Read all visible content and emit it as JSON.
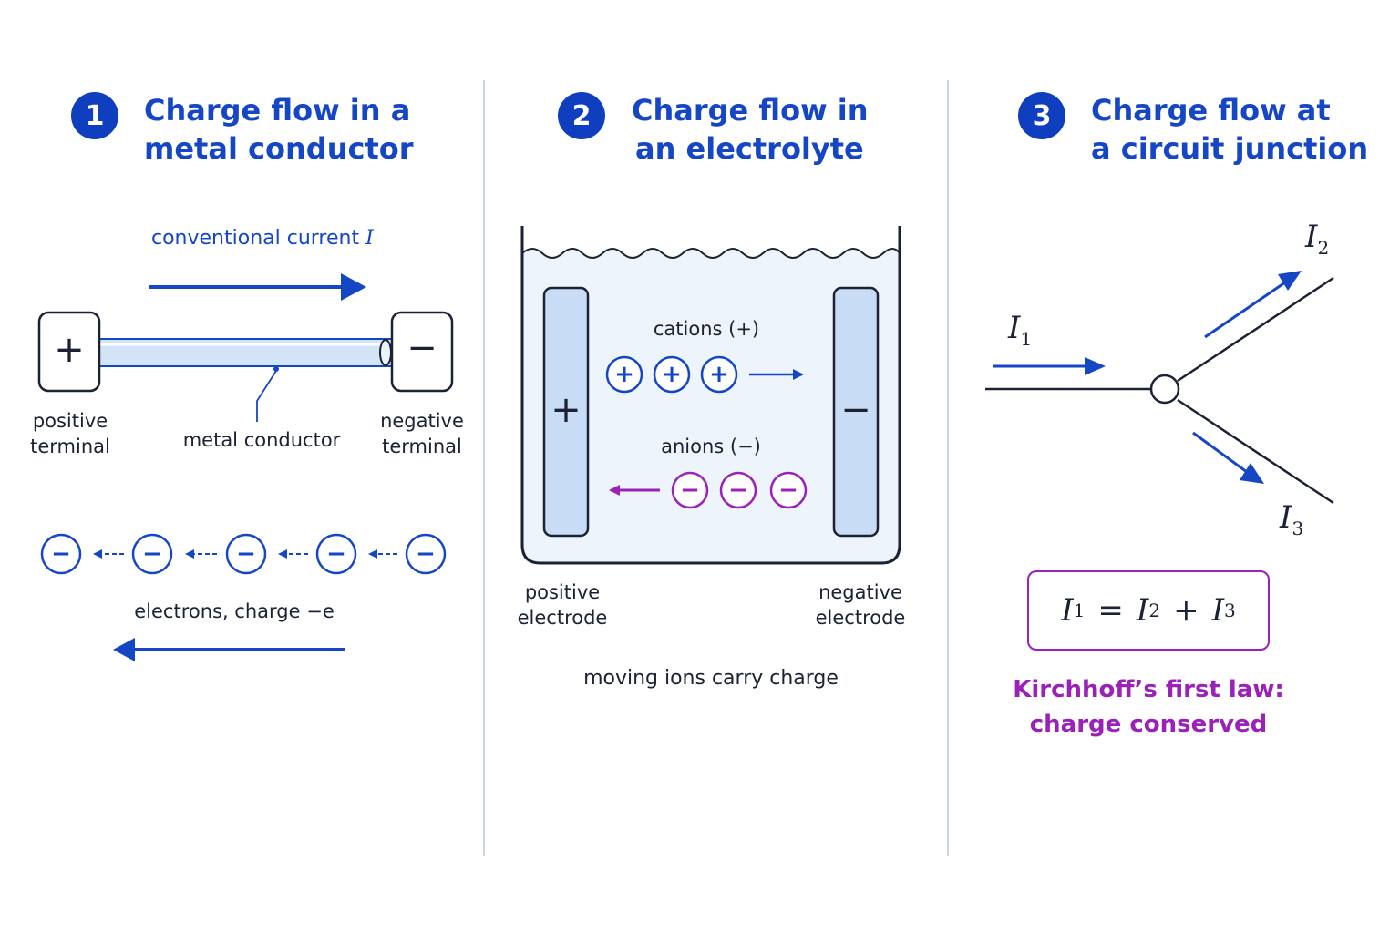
{
  "panels": [
    {
      "number": "1",
      "title_line1": "Charge flow in a",
      "title_line2": "metal conductor",
      "current_label": "conventional current",
      "current_symbol": "I",
      "positive_sign": "+",
      "negative_sign": "−",
      "positive_label_line1": "positive",
      "positive_label_line2": "terminal",
      "conductor_label": "metal conductor",
      "negative_label_line1": "negative",
      "negative_label_line2": "terminal",
      "electron_sign": "−",
      "electrons_label": "electrons, charge −e"
    },
    {
      "number": "2",
      "title_line1": "Charge flow in",
      "title_line2": "an electrolyte",
      "cations_label": "cations (+)",
      "anions_label": "anions (−)",
      "cation_sign": "+",
      "anion_sign": "−",
      "positive_electrode_sign": "+",
      "negative_electrode_sign": "−",
      "positive_label_line1": "positive",
      "positive_label_line2": "electrode",
      "negative_label_line1": "negative",
      "negative_label_line2": "electrode",
      "caption": "moving ions carry charge"
    },
    {
      "number": "3",
      "title_line1": "Charge flow at",
      "title_line2": "a circuit junction",
      "current_symbol": "I",
      "i1_sub": "1",
      "i2_sub": "2",
      "i3_sub": "3",
      "equation": {
        "equals": "=",
        "plus": "+"
      },
      "law_line1": "Kirchhoff’s first law:",
      "law_line2": "charge conserved"
    }
  ],
  "colors": {
    "accent_blue": "#1546c4",
    "badge_blue": "#0f3fbf",
    "purple": "#9a22b8",
    "dark": "#1b2233",
    "fill_light": "#c9dcf5"
  }
}
